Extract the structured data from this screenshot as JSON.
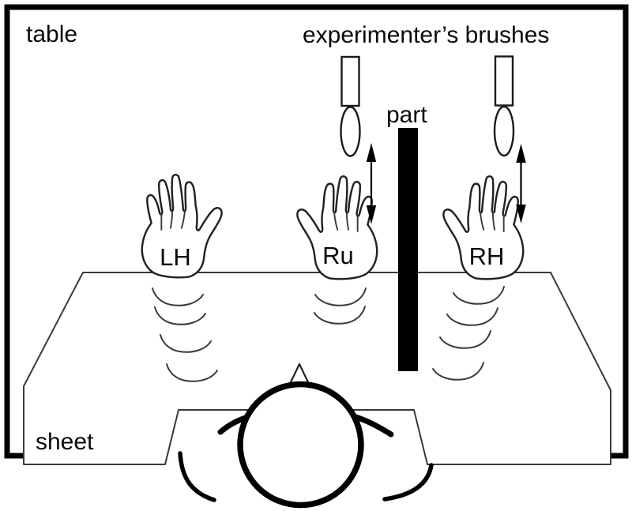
{
  "diagram": {
    "labels": {
      "table": "table",
      "brushes": "experimenter’s brushes",
      "part": "part",
      "sheet": "sheet"
    },
    "hands": [
      {
        "label": "LH"
      },
      {
        "label": "Ru"
      },
      {
        "label": "RH"
      }
    ],
    "colors": {
      "line": "#000000",
      "thin_line": "#3a3a3a",
      "partition_fill": "#000000",
      "background": "#ffffff"
    }
  }
}
